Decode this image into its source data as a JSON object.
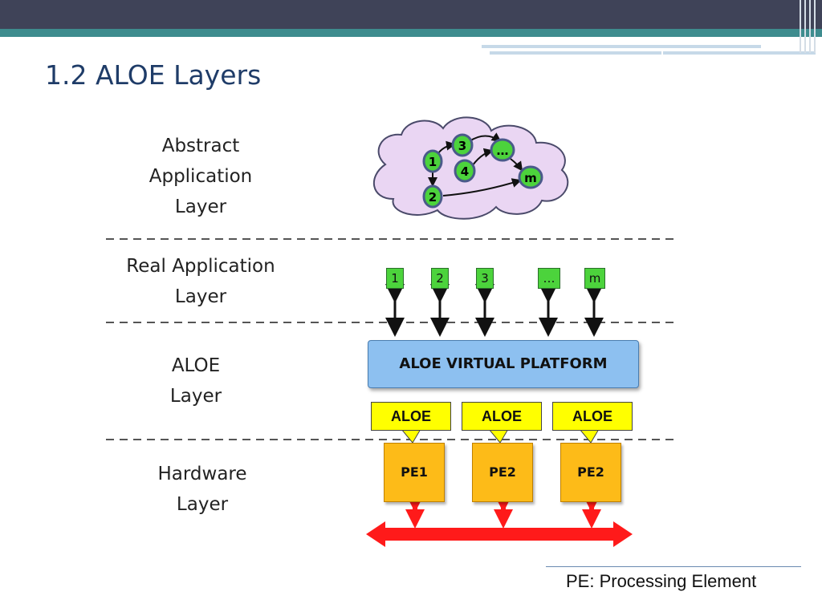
{
  "slide": {
    "title": "1.2 ALOE Layers",
    "footnote": "PE: Processing Element"
  },
  "layers": [
    {
      "label": "Abstract\nApplication\nLayer"
    },
    {
      "label": "Real Application\nLayer"
    },
    {
      "label": "ALOE\nLayer"
    },
    {
      "label": "Hardware\nLayer"
    }
  ],
  "abstract_graph": {
    "nodes": [
      "1",
      "3",
      "4",
      "…",
      "2",
      "m"
    ],
    "node_color": "#4cd33c",
    "cloud_color": "#ead6f3"
  },
  "real_app": {
    "nodes": [
      "1",
      "2",
      "3",
      "…",
      "m"
    ]
  },
  "platform": {
    "label": "ALOE VIRTUAL PLATFORM",
    "color": "#8dc0f0"
  },
  "aloe_boxes": [
    "ALOE",
    "ALOE",
    "ALOE"
  ],
  "pe_boxes": [
    "PE1",
    "PE2",
    "PE2"
  ],
  "colors": {
    "header": "#3f4358",
    "teal_strip": "#3e8c8e",
    "title": "#1f3c68",
    "aloe": "#ffff00",
    "pe": "#fdbb18",
    "bus": "#ff1a1a"
  }
}
